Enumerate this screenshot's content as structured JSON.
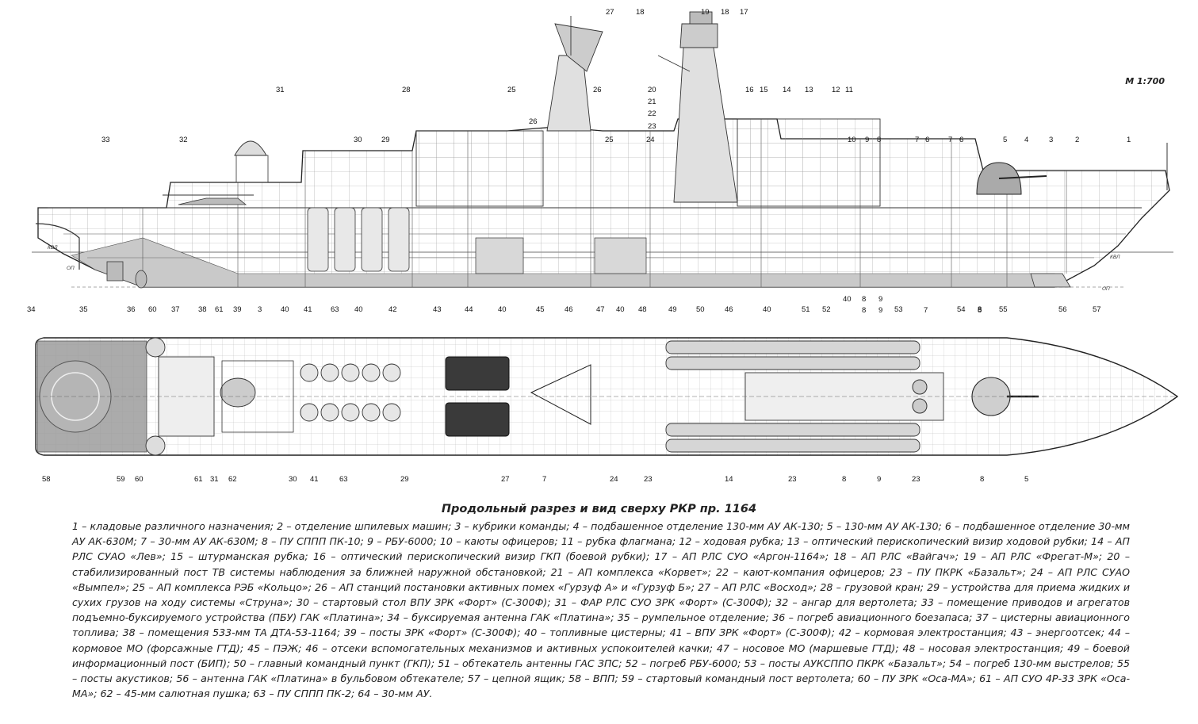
{
  "scale_label": "М 1:700",
  "waterline_labels": {
    "aft": "КВЛ",
    "fore": "КВЛ",
    "baseline_aft": "ОП",
    "baseline_fore": "ОП"
  },
  "caption": {
    "title": "Продольный разрез и вид сверху РКР пр. 1164",
    "legend": "1 – кладовые различного назначения; 2 – отделение шпилевых машин; 3 – кубрики команды; 4 – подбашенное отделение 130-мм АУ АК-130; 5 – 130-мм АУ АК-130; 6 – подбашенное отделение 30-мм АУ АК-630М; 7 – 30-мм АУ АК-630М; 8 – ПУ СППП ПК-10; 9 – РБУ-6000; 10 – каюты офицеров; 11 – рубка флагмана; 12 – ходовая рубка; 13 – оптический перископический визир ходовой рубки; 14 – АП РЛС СУАО «Лев»; 15 – штурманская рубка; 16 – оптический перископический визир ГКП (боевой рубки); 17 – АП РЛС СУО «Аргон-1164»; 18 – АП РЛС «Вайгач»; 19 – АП РЛС «Фрегат-М»; 20 – стабилизированный пост ТВ системы наблюдения за ближней наружной обстановкой; 21 – АП комплекса «Корвет»; 22 – кают-компания офицеров; 23 – ПУ ПКРК «Базальт»; 24 – АП РЛС СУАО «Вымпел»; 25 – АП комплекса РЭБ «Кольцо»; 26 – АП станций постановки активных помех «Гурзуф А» и «Гурзуф Б»; 27 – АП РЛС «Восход»; 28 – грузовой кран; 29 – устройства для приема жидких и сухих грузов на ходу системы «Струна»; 30 – стартовый стол ВПУ ЗРК «Форт» (С-300Ф); 31 – ФАР РЛС СУО ЗРК «Форт» (С-300Ф); 32 – ангар для вертолета; 33 – помещение приводов и агрегатов подъемно-буксируемого устройства (ПБУ) ГАК «Платина»; 34 – буксируемая антенна ГАК «Платина»; 35 – румпельное отделение; 36 – погреб авиационного боезапаса; 37 – цистерны авиационного топлива; 38 – помещения 533-мм ТА ДТА-53-1164; 39 – посты ЗРК «Форт» (С-300Ф); 40 – топливные цистерны; 41 – ВПУ ЗРК «Форт» (С-300Ф); 42 – кормовая электростанция; 43 – энергоотсек; 44 – кормовое МО (форсажные ГТД); 45 – ПЭЖ; 46 – отсеки вспомогательных механизмов и активных успокоителей качки; 47 – носовое МО (маршевые ГТД); 48 – носовая электростанция; 49 – боевой информационный пост (БИП); 50 – главный командный пункт (ГКП); 51 – обтекатель антенны ГАС ЗПС; 52 – погреб РБУ-6000; 53 – посты АУКСППО ПКРК «Базальт»; 54 – погреб 130-мм выстрелов; 55 – посты акустиков; 56 – антенна ГАК «Платина» в бульбовом обтекателе; 57 – цепной ящик; 58 – ВПП; 59 – стартовый командный пост вертолета; 60 – ПУ ЗРК «Оса-МА»; 61 – АП СУО 4Р-33 ЗРК «Оса-МА»; 62 – 45-мм салютная пушка; 63 – ПУ СППП ПК-2; 64 – 30-мм АУ."
  },
  "side_view_top_callouts": [
    "27",
    "18",
    "19",
    "18",
    "17",
    "31",
    "28",
    "25",
    "26",
    "20",
    "21",
    "22",
    "23",
    "16",
    "15",
    "14",
    "13",
    "12",
    "11",
    "26",
    "25",
    "24",
    "33",
    "32",
    "30",
    "29",
    "10",
    "9",
    "8",
    "7",
    "6",
    "7",
    "6",
    "5",
    "4",
    "3",
    "2",
    "1"
  ],
  "side_view_bottom_callouts": [
    "34",
    "35",
    "36",
    "60",
    "37",
    "38",
    "61",
    "39",
    "3",
    "40",
    "41",
    "63",
    "40",
    "42",
    "43",
    "44",
    "40",
    "45",
    "46",
    "47",
    "40",
    "48",
    "49",
    "50",
    "46",
    "40",
    "51",
    "52",
    "40",
    "8",
    "9",
    "53",
    "54",
    "8",
    "55",
    "56",
    "57"
  ],
  "plan_view_callouts": [
    "58",
    "59",
    "60",
    "61",
    "31",
    "62",
    "30",
    "41",
    "63",
    "29",
    "27",
    "7",
    "24",
    "23",
    "14",
    "23",
    "8",
    "9",
    "23",
    "8",
    "5",
    "8",
    "9",
    "8",
    "7"
  ]
}
